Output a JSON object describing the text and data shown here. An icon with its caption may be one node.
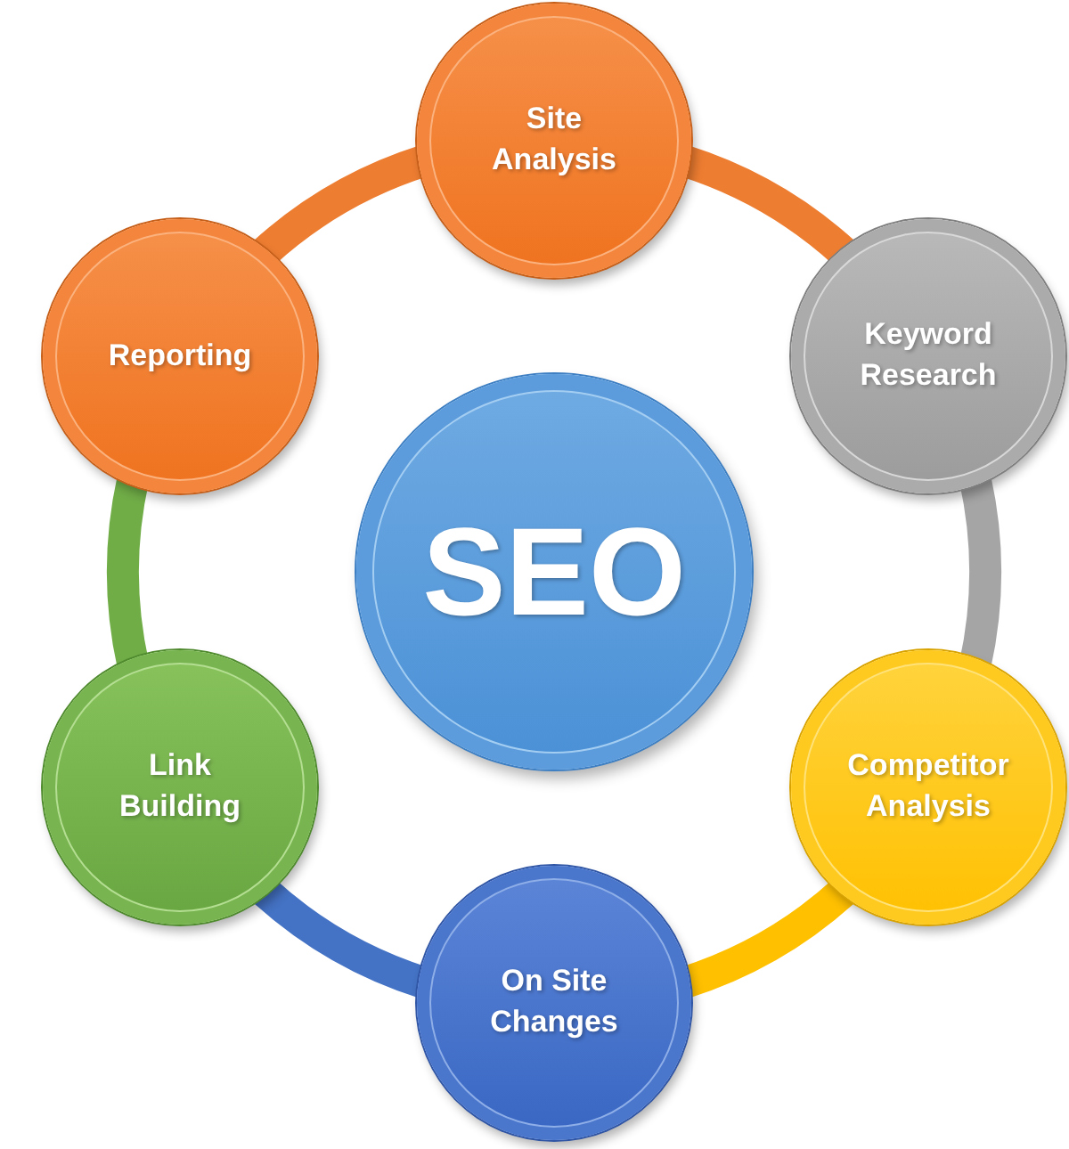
{
  "diagram": {
    "nodes": [
      {
        "text": [
          "SEO"
        ]
      },
      {
        "text": [
          "Site Analysis"
        ]
      },
      {
        "text": [
          "Keyword Research"
        ]
      },
      {
        "text": [
          "Competitor Analysis"
        ]
      },
      {
        "text": [
          "On Site Changes"
        ]
      },
      {
        "text": [
          "Link Building"
        ]
      },
      {
        "text": [
          "Reporting"
        ]
      }
    ],
    "edges": [
      {
        "from": 1,
        "to": 2,
        "arrow": "none",
        "color": "#ed7d31"
      },
      {
        "from": 2,
        "to": 3,
        "arrow": "none",
        "color": "#a5a5a5"
      },
      {
        "from": 3,
        "to": 4,
        "arrow": "none",
        "color": "#ffc000"
      },
      {
        "from": 4,
        "to": 5,
        "arrow": "none",
        "color": "#4472c4"
      },
      {
        "from": 5,
        "to": 6,
        "arrow": "none",
        "color": "#70ad47"
      },
      {
        "from": 6,
        "to": 1,
        "arrow": "none",
        "color": "#ed7d31"
      }
    ]
  }
}
